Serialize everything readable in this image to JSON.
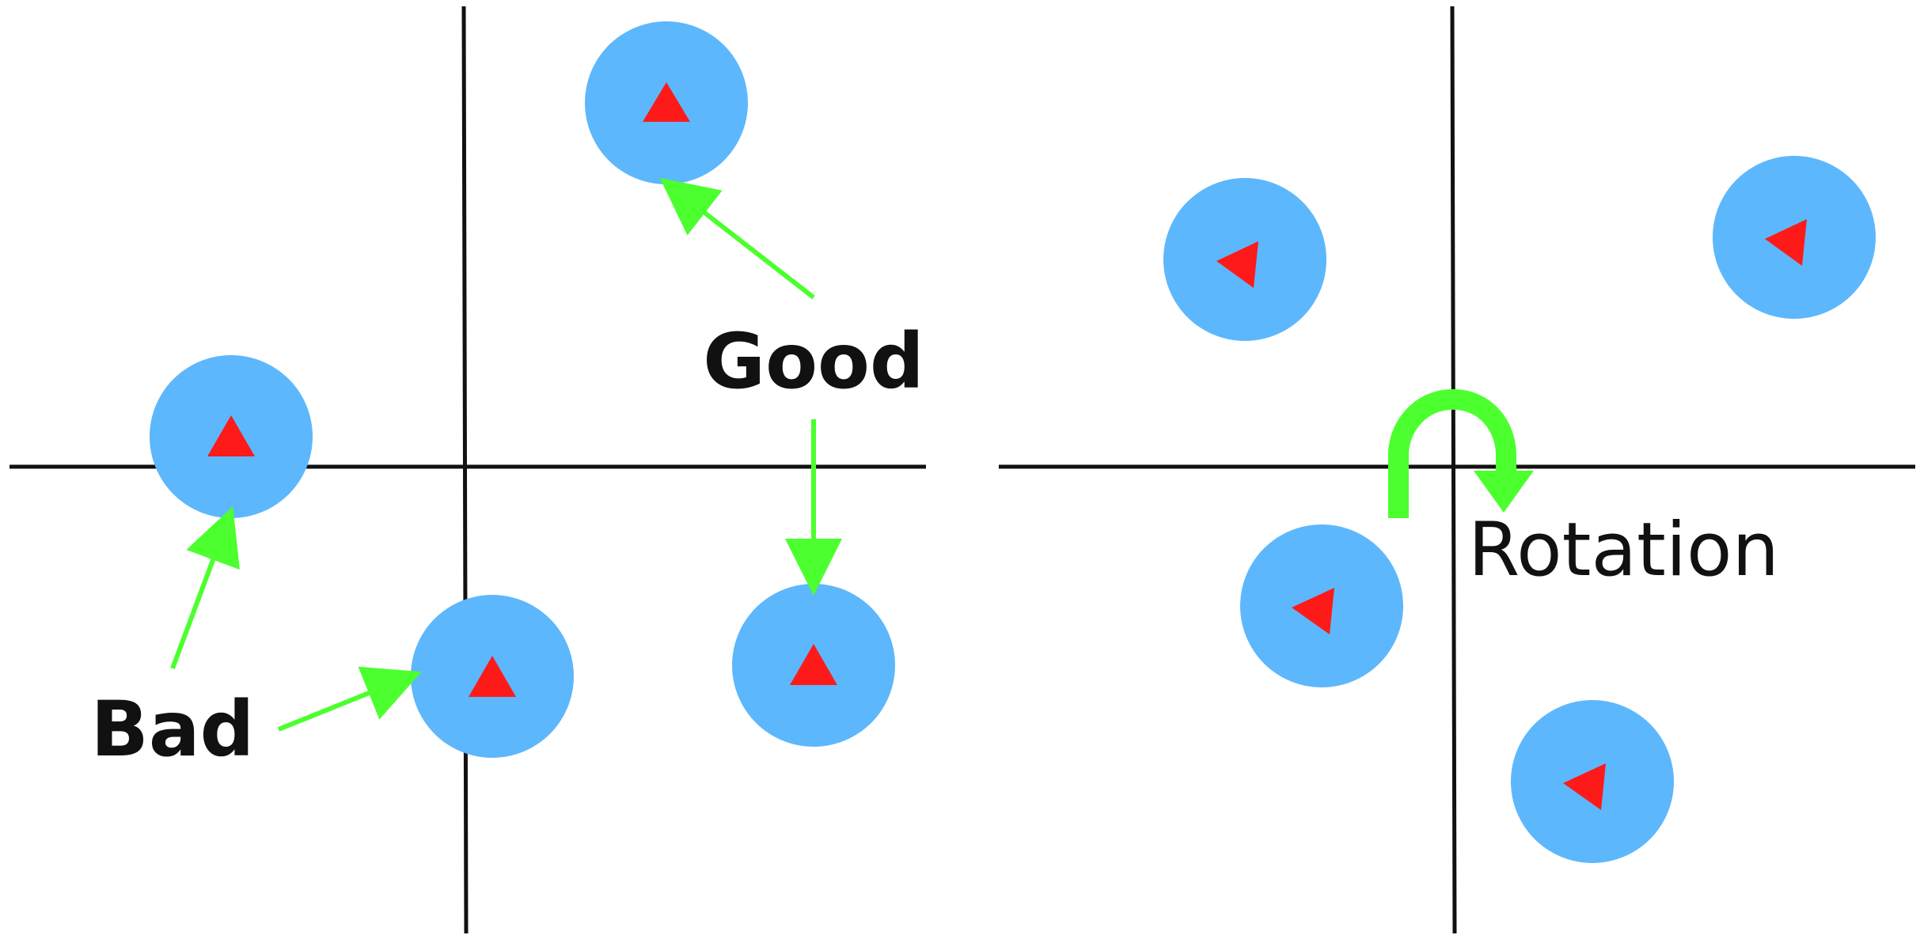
{
  "labels": {
    "good": "Good",
    "bad": "Bad",
    "rotation": "Rotation"
  },
  "colors": {
    "circle": "#5DB7FC",
    "triangle": "#FF1A1A",
    "arrow": "#4CFF2E",
    "axis": "#111111",
    "background": "#FFFFFF"
  },
  "icons": {
    "circle_marker": "circle",
    "triangle_marker": "triangle",
    "good_pointer": "arrow",
    "bad_pointer": "arrow",
    "rotation_indicator": "u-turn-arrow"
  }
}
